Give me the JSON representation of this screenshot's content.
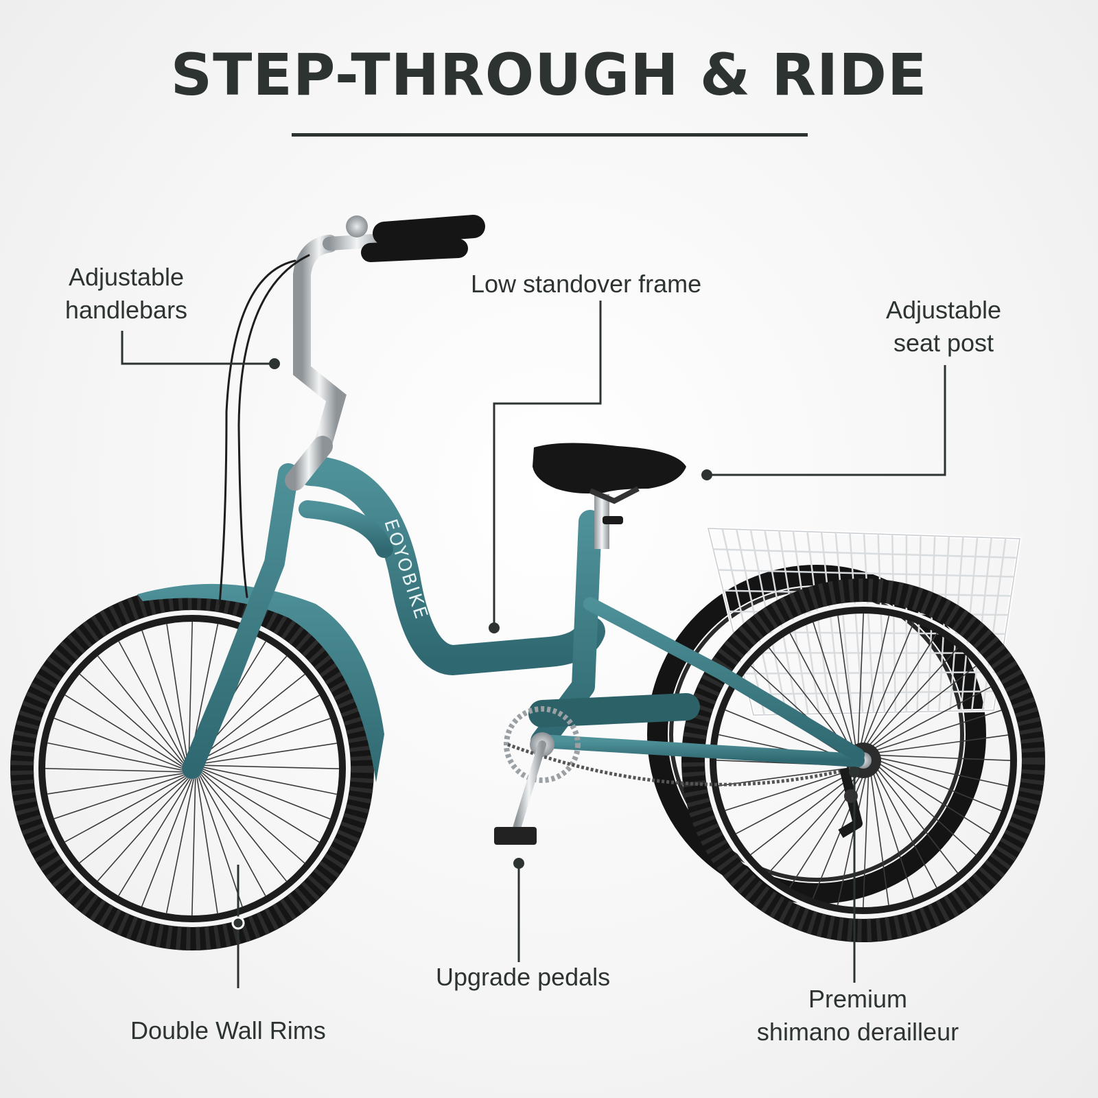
{
  "title": "STEP-THROUGH & RIDE",
  "brand_text": "EOYOBIKE",
  "callouts": {
    "handlebars": {
      "line1": "Adjustable",
      "line2": "handlebars"
    },
    "frame": {
      "line1": "Low standover frame"
    },
    "seat_post": {
      "line1": "Adjustable",
      "line2": "seat post"
    },
    "rims": {
      "line1": "Double Wall Rims"
    },
    "pedals": {
      "line1": "Upgrade pedals"
    },
    "derailleur": {
      "line1": "Premium",
      "line2": "shimano derailleur"
    }
  },
  "colors": {
    "frame": "#3f7f86",
    "frame_dark": "#2d6168",
    "tire": "#161616",
    "text": "#2c3331",
    "chrome": "#c9cdd0",
    "basket": "#ffffff"
  },
  "icons": {
    "callout_marker": "dot"
  }
}
